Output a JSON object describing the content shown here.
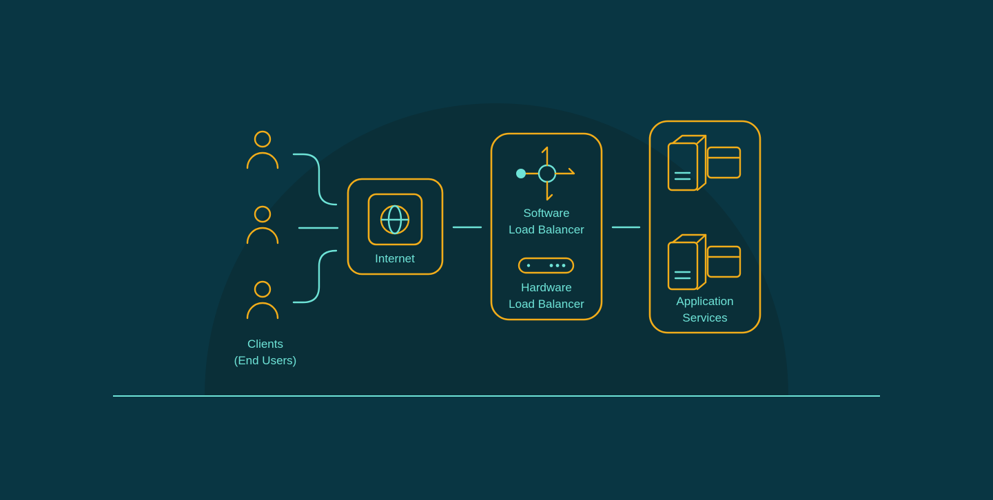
{
  "colors": {
    "background": "#093643",
    "dome": "#0a2f38",
    "node_outline": "#f2ad1a",
    "connector": "#6ee3d7",
    "label_text": "#6ee3d7"
  },
  "nodes": {
    "clients": {
      "line1": "Clients",
      "line2": "(End Users)",
      "icon": "user-icon"
    },
    "internet": {
      "label": "Internet",
      "icon": "globe-icon"
    },
    "load_balancer": {
      "software": {
        "line1": "Software",
        "line2": "Load Balancer",
        "icon": "router-icon"
      },
      "hardware": {
        "line1": "Hardware",
        "line2": "Load Balancer",
        "icon": "hardware-device-icon"
      }
    },
    "app_services": {
      "line1": "Application",
      "line2": "Services",
      "icon": "server-window-icon"
    }
  }
}
